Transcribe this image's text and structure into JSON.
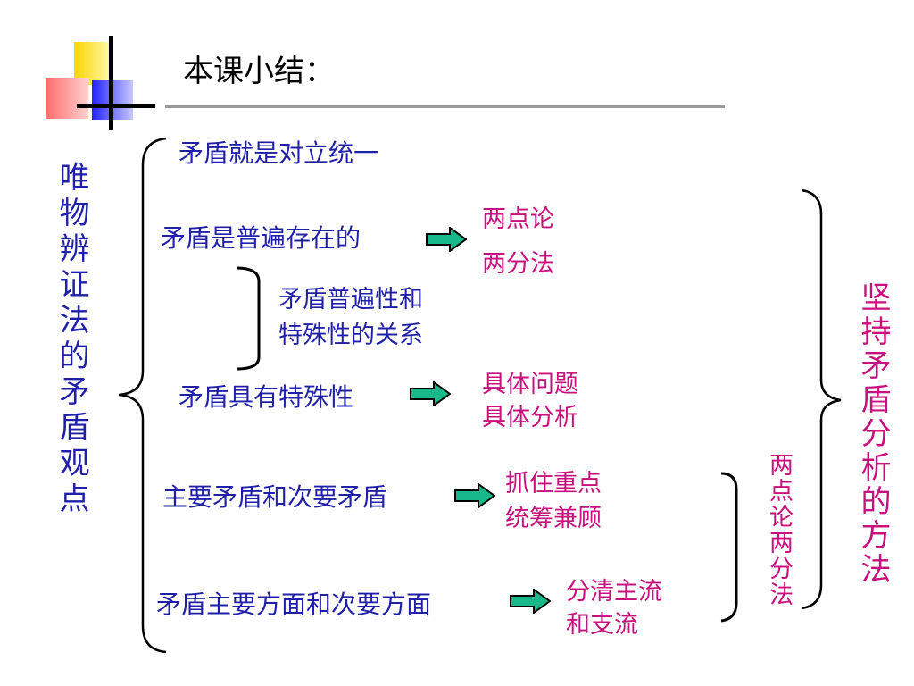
{
  "title": "本课小结：",
  "left_vertical": "唯物辨证法的矛盾观点",
  "right_vertical": "坚持矛盾分析的方法",
  "mid_vertical": "两点论两分法",
  "items": [
    {
      "text": "矛盾就是对立统一"
    },
    {
      "text": "矛盾是普遍存在的",
      "result": [
        "两点论",
        "两分法"
      ]
    },
    {
      "text": "矛盾普遍性和",
      "text2": "特殊性的关系"
    },
    {
      "text": "矛盾具有特殊性",
      "result": [
        "具体问题",
        "具体分析"
      ]
    },
    {
      "text": "主要矛盾和次要矛盾",
      "result": [
        "抓住重点",
        "统筹兼顾"
      ]
    },
    {
      "text": "矛盾主要方面和次要方面",
      "result": [
        "分清主流",
        "和支流"
      ]
    }
  ],
  "colors": {
    "blue_text": "#1f1fa8",
    "pink_text": "#c8107e",
    "arrow_fill": "#19b88a"
  }
}
